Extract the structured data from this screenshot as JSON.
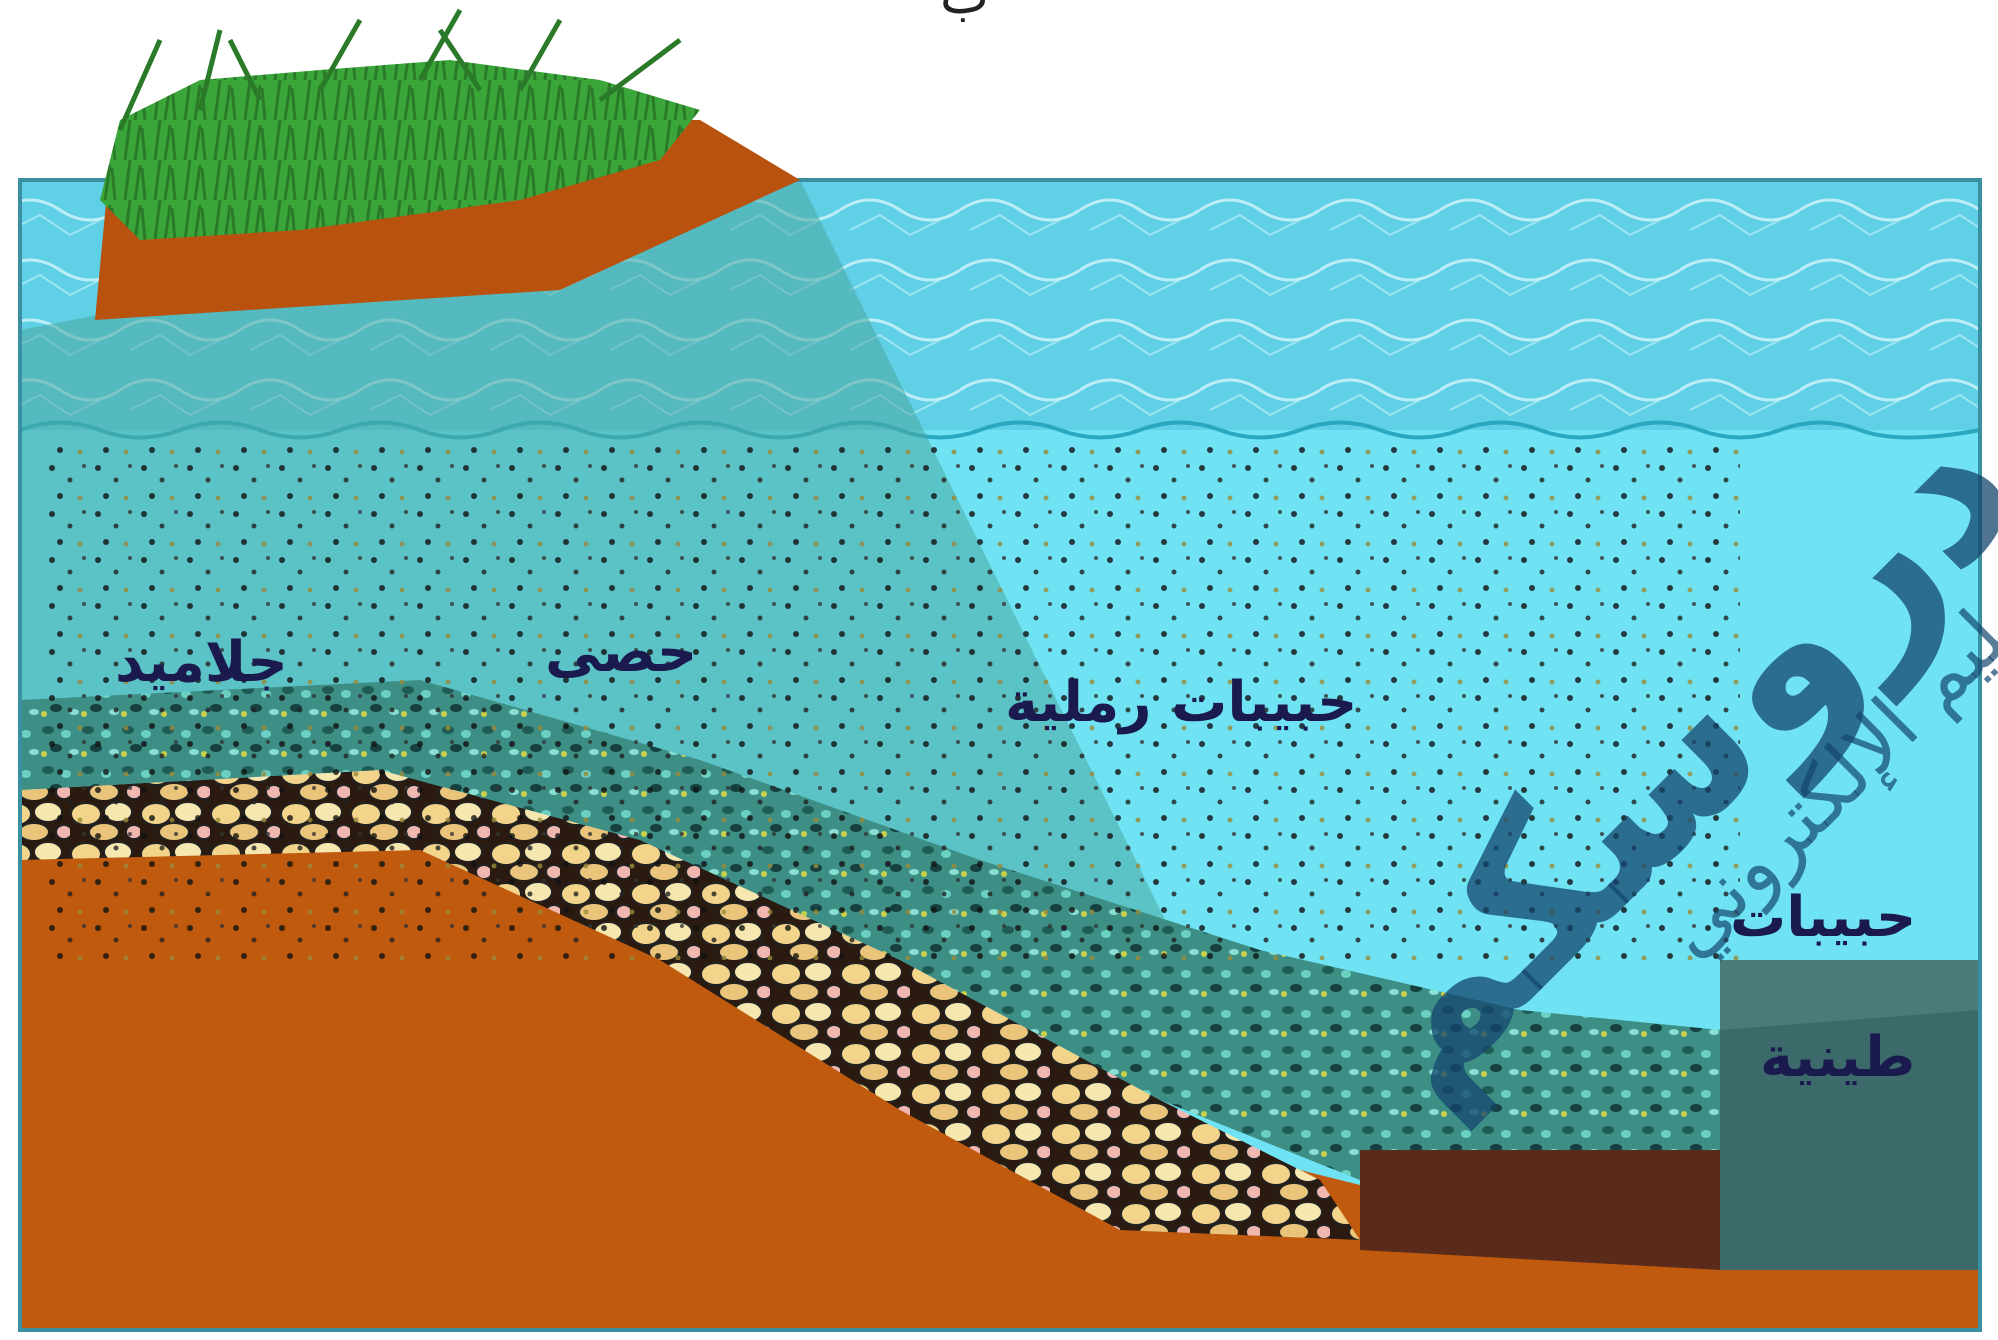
{
  "labels": {
    "boulders": "جلاميد",
    "pebbles": "حصى",
    "sand_grains": "حبيبات رملية",
    "clay_particles_line1": "حبيبات",
    "clay_particles_line2": "طينية"
  },
  "title_fragment": "ب",
  "watermark": {
    "main": "دروسكم",
    "sub": "للتعليم الإلكتروني"
  },
  "colors": {
    "sky": "#ffffff",
    "water": "#6fe3f3",
    "water_surface": "#5fd0e6",
    "turbid_water": "#5fbdb6",
    "land": "#c05a0e",
    "grass": "#3aa63a",
    "clay_layer": "#4a7a7a",
    "label_text": "#1a1a4e",
    "watermark": "#14466e"
  }
}
